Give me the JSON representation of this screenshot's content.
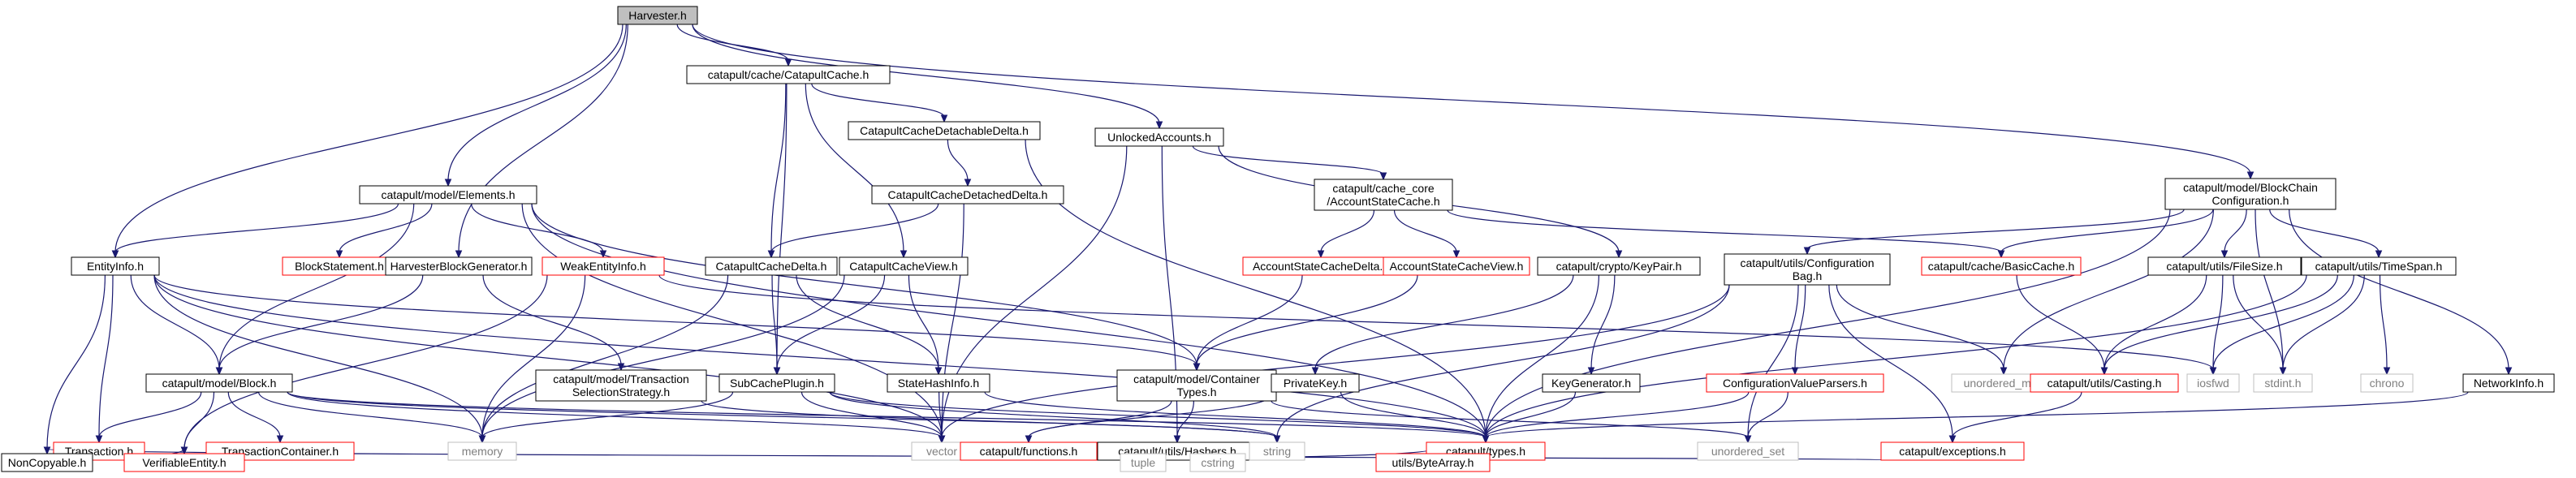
{
  "graph": {
    "colors": {
      "edge": "#191970",
      "root_fill": "#bfbfbf",
      "normal_border": "#000000",
      "red_border": "#ff0000",
      "system_border": "#bfbfbf",
      "system_text": "#7f7f7f",
      "text": "#000000"
    },
    "nodes": [
      {
        "id": "harvester",
        "label": [
          "Harvester.h"
        ],
        "kind": "root"
      },
      {
        "id": "catapult_cache",
        "label": [
          "catapult/cache/CatapultCache.h"
        ],
        "kind": "normal"
      },
      {
        "id": "cache_detachable_delta",
        "label": [
          "CatapultCacheDetachableDelta.h"
        ],
        "kind": "normal"
      },
      {
        "id": "unlocked_accounts",
        "label": [
          "UnlockedAccounts.h"
        ],
        "kind": "normal"
      },
      {
        "id": "blockchain_config",
        "label": [
          "catapult/model/BlockChain",
          "Configuration.h"
        ],
        "kind": "normal"
      },
      {
        "id": "model_elements",
        "label": [
          "catapult/model/Elements.h"
        ],
        "kind": "normal"
      },
      {
        "id": "cache_detached_delta",
        "label": [
          "CatapultCacheDetachedDelta.h"
        ],
        "kind": "normal"
      },
      {
        "id": "account_state_cache",
        "label": [
          "catapult/cache_core",
          "/AccountStateCache.h"
        ],
        "kind": "normal"
      },
      {
        "id": "entity_info",
        "label": [
          "EntityInfo.h"
        ],
        "kind": "normal"
      },
      {
        "id": "block_statement",
        "label": [
          "BlockStatement.h"
        ],
        "kind": "red"
      },
      {
        "id": "harvester_block_generator",
        "label": [
          "HarvesterBlockGenerator.h"
        ],
        "kind": "normal"
      },
      {
        "id": "weak_entity_info",
        "label": [
          "WeakEntityInfo.h"
        ],
        "kind": "red"
      },
      {
        "id": "cache_delta",
        "label": [
          "CatapultCacheDelta.h"
        ],
        "kind": "normal"
      },
      {
        "id": "cache_view",
        "label": [
          "CatapultCacheView.h"
        ],
        "kind": "normal"
      },
      {
        "id": "account_state_cache_delta",
        "label": [
          "AccountStateCacheDelta.h"
        ],
        "kind": "red"
      },
      {
        "id": "account_state_cache_view",
        "label": [
          "AccountStateCacheView.h"
        ],
        "kind": "red"
      },
      {
        "id": "crypto_keypair",
        "label": [
          "catapult/crypto/KeyPair.h"
        ],
        "kind": "normal"
      },
      {
        "id": "config_bag",
        "label": [
          "catapult/utils/Configuration",
          "Bag.h"
        ],
        "kind": "normal"
      },
      {
        "id": "basic_cache",
        "label": [
          "catapult/cache/BasicCache.h"
        ],
        "kind": "red"
      },
      {
        "id": "file_size",
        "label": [
          "catapult/utils/FileSize.h"
        ],
        "kind": "normal"
      },
      {
        "id": "time_span",
        "label": [
          "catapult/utils/TimeSpan.h"
        ],
        "kind": "normal"
      },
      {
        "id": "model_block",
        "label": [
          "catapult/model/Block.h"
        ],
        "kind": "normal"
      },
      {
        "id": "txn_selection_strategy",
        "label": [
          "catapult/model/Transaction",
          "SelectionStrategy.h"
        ],
        "kind": "normal"
      },
      {
        "id": "sub_cache_plugin",
        "label": [
          "SubCachePlugin.h"
        ],
        "kind": "normal"
      },
      {
        "id": "state_hash_info",
        "label": [
          "StateHashInfo.h"
        ],
        "kind": "normal"
      },
      {
        "id": "container_types",
        "label": [
          "catapult/model/Container",
          "Types.h"
        ],
        "kind": "normal"
      },
      {
        "id": "private_key",
        "label": [
          "PrivateKey.h"
        ],
        "kind": "normal"
      },
      {
        "id": "key_generator",
        "label": [
          "KeyGenerator.h"
        ],
        "kind": "normal"
      },
      {
        "id": "config_value_parsers",
        "label": [
          "ConfigurationValueParsers.h"
        ],
        "kind": "red"
      },
      {
        "id": "unordered_map",
        "label": [
          "unordered_map"
        ],
        "kind": "system"
      },
      {
        "id": "utils_casting",
        "label": [
          "catapult/utils/Casting.h"
        ],
        "kind": "red"
      },
      {
        "id": "iosfwd",
        "label": [
          "iosfwd"
        ],
        "kind": "system"
      },
      {
        "id": "stdint",
        "label": [
          "stdint.h"
        ],
        "kind": "system"
      },
      {
        "id": "chrono",
        "label": [
          "chrono"
        ],
        "kind": "system"
      },
      {
        "id": "network_info",
        "label": [
          "NetworkInfo.h"
        ],
        "kind": "normal"
      },
      {
        "id": "transaction",
        "label": [
          "Transaction.h"
        ],
        "kind": "red"
      },
      {
        "id": "transaction_container",
        "label": [
          "TransactionContainer.h"
        ],
        "kind": "red"
      },
      {
        "id": "memory",
        "label": [
          "memory"
        ],
        "kind": "system"
      },
      {
        "id": "vector",
        "label": [
          "vector"
        ],
        "kind": "system"
      },
      {
        "id": "catapult_functions",
        "label": [
          "catapult/functions.h"
        ],
        "kind": "red"
      },
      {
        "id": "utils_hashers",
        "label": [
          "catapult/utils/Hashers.h"
        ],
        "kind": "normal"
      },
      {
        "id": "string",
        "label": [
          "string"
        ],
        "kind": "system"
      },
      {
        "id": "catapult_types",
        "label": [
          "catapult/types.h"
        ],
        "kind": "red"
      },
      {
        "id": "unordered_set",
        "label": [
          "unordered_set"
        ],
        "kind": "system"
      },
      {
        "id": "catapult_exceptions",
        "label": [
          "catapult/exceptions.h"
        ],
        "kind": "red"
      },
      {
        "id": "noncopyable",
        "label": [
          "NonCopyable.h"
        ],
        "kind": "normal"
      },
      {
        "id": "verifiable_entity",
        "label": [
          "VerifiableEntity.h"
        ],
        "kind": "red"
      },
      {
        "id": "tuple",
        "label": [
          "tuple"
        ],
        "kind": "system"
      },
      {
        "id": "cstring",
        "label": [
          "cstring"
        ],
        "kind": "system"
      },
      {
        "id": "byte_array",
        "label": [
          "utils/ByteArray.h"
        ],
        "kind": "red"
      }
    ],
    "edges": [
      [
        "harvester",
        "catapult_cache"
      ],
      [
        "harvester",
        "unlocked_accounts"
      ],
      [
        "harvester",
        "blockchain_config"
      ],
      [
        "harvester",
        "model_elements"
      ],
      [
        "harvester",
        "entity_info"
      ],
      [
        "harvester",
        "harvester_block_generator"
      ],
      [
        "catapult_cache",
        "cache_detachable_delta"
      ],
      [
        "catapult_cache",
        "cache_delta"
      ],
      [
        "catapult_cache",
        "cache_view"
      ],
      [
        "catapult_cache",
        "sub_cache_plugin"
      ],
      [
        "cache_detachable_delta",
        "cache_detached_delta"
      ],
      [
        "cache_detachable_delta",
        "catapult_types"
      ],
      [
        "cache_detached_delta",
        "cache_delta"
      ],
      [
        "cache_detached_delta",
        "vector"
      ],
      [
        "unlocked_accounts",
        "account_state_cache"
      ],
      [
        "unlocked_accounts",
        "crypto_keypair"
      ],
      [
        "unlocked_accounts",
        "utils_hashers"
      ],
      [
        "unlocked_accounts",
        "vector"
      ],
      [
        "account_state_cache",
        "account_state_cache_delta"
      ],
      [
        "account_state_cache",
        "account_state_cache_view"
      ],
      [
        "account_state_cache",
        "basic_cache"
      ],
      [
        "account_state_cache_delta",
        "container_types"
      ],
      [
        "account_state_cache_view",
        "container_types"
      ],
      [
        "blockchain_config",
        "config_bag"
      ],
      [
        "blockchain_config",
        "basic_cache"
      ],
      [
        "blockchain_config",
        "file_size"
      ],
      [
        "blockchain_config",
        "time_span"
      ],
      [
        "blockchain_config",
        "network_info"
      ],
      [
        "blockchain_config",
        "unordered_map"
      ],
      [
        "blockchain_config",
        "stdint"
      ],
      [
        "blockchain_config",
        "catapult_types"
      ],
      [
        "model_elements",
        "entity_info"
      ],
      [
        "model_elements",
        "block_statement"
      ],
      [
        "model_elements",
        "weak_entity_info"
      ],
      [
        "model_elements",
        "model_block"
      ],
      [
        "model_elements",
        "container_types"
      ],
      [
        "model_elements",
        "catapult_types"
      ],
      [
        "model_elements",
        "vector"
      ],
      [
        "entity_info",
        "model_block"
      ],
      [
        "entity_info",
        "transaction"
      ],
      [
        "entity_info",
        "noncopyable"
      ],
      [
        "entity_info",
        "container_types"
      ],
      [
        "entity_info",
        "memory"
      ],
      [
        "entity_info",
        "vector"
      ],
      [
        "entity_info",
        "catapult_types"
      ],
      [
        "harvester_block_generator",
        "model_block"
      ],
      [
        "harvester_block_generator",
        "txn_selection_strategy"
      ],
      [
        "weak_entity_info",
        "verifiable_entity"
      ],
      [
        "weak_entity_info",
        "memory"
      ],
      [
        "weak_entity_info",
        "iosfwd"
      ],
      [
        "cache_delta",
        "sub_cache_plugin"
      ],
      [
        "cache_delta",
        "state_hash_info"
      ],
      [
        "cache_delta",
        "memory"
      ],
      [
        "cache_view",
        "sub_cache_plugin"
      ],
      [
        "cache_view",
        "state_hash_info"
      ],
      [
        "cache_view",
        "memory"
      ],
      [
        "sub_cache_plugin",
        "memory"
      ],
      [
        "sub_cache_plugin",
        "vector"
      ],
      [
        "sub_cache_plugin",
        "string"
      ],
      [
        "sub_cache_plugin",
        "catapult_types"
      ],
      [
        "state_hash_info",
        "vector"
      ],
      [
        "state_hash_info",
        "catapult_types"
      ],
      [
        "crypto_keypair",
        "private_key"
      ],
      [
        "crypto_keypair",
        "key_generator"
      ],
      [
        "crypto_keypair",
        "catapult_types"
      ],
      [
        "private_key",
        "catapult_functions"
      ],
      [
        "private_key",
        "catapult_types"
      ],
      [
        "key_generator",
        "catapult_types"
      ],
      [
        "config_bag",
        "config_value_parsers"
      ],
      [
        "config_bag",
        "catapult_exceptions"
      ],
      [
        "config_bag",
        "unordered_map"
      ],
      [
        "config_bag",
        "unordered_set"
      ],
      [
        "config_bag",
        "string"
      ],
      [
        "config_bag",
        "vector"
      ],
      [
        "config_value_parsers",
        "catapult_types"
      ],
      [
        "config_value_parsers",
        "unordered_set"
      ],
      [
        "basic_cache",
        "utils_casting"
      ],
      [
        "file_size",
        "utils_casting"
      ],
      [
        "file_size",
        "iosfwd"
      ],
      [
        "file_size",
        "stdint"
      ],
      [
        "time_span",
        "utils_casting"
      ],
      [
        "time_span",
        "iosfwd"
      ],
      [
        "time_span",
        "stdint"
      ],
      [
        "time_span",
        "chrono"
      ],
      [
        "time_span",
        "catapult_types"
      ],
      [
        "utils_casting",
        "catapult_exceptions"
      ],
      [
        "network_info",
        "catapult_types"
      ],
      [
        "model_block",
        "transaction"
      ],
      [
        "model_block",
        "transaction_container"
      ],
      [
        "model_block",
        "verifiable_entity"
      ],
      [
        "model_block",
        "memory"
      ],
      [
        "model_block",
        "vector"
      ],
      [
        "model_block",
        "string"
      ],
      [
        "model_block",
        "catapult_types"
      ],
      [
        "txn_selection_strategy",
        "string"
      ],
      [
        "transaction",
        "verifiable_entity"
      ],
      [
        "container_types",
        "utils_hashers"
      ],
      [
        "container_types",
        "catapult_functions"
      ],
      [
        "container_types",
        "unordered_set"
      ],
      [
        "utils_hashers",
        "tuple"
      ],
      [
        "utils_hashers",
        "cstring"
      ],
      [
        "utils_hashers",
        "byte_array"
      ],
      [
        "catapult_types",
        "byte_array"
      ],
      [
        "catapult_exceptions",
        "noncopyable"
      ]
    ]
  }
}
